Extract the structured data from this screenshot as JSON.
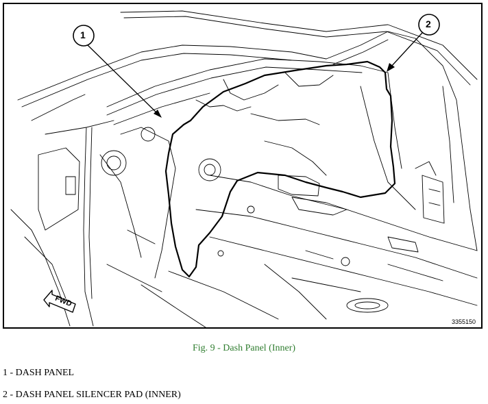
{
  "figure": {
    "figure_number": "3355150",
    "fwd_label": "FWD",
    "callouts": [
      "1",
      "2"
    ]
  },
  "caption": "Fig. 9 - Dash Panel (Inner)",
  "caption_color": "#2f7d2f",
  "legend": [
    "1 - DASH PANEL",
    "2 - DASH PANEL SILENCER PAD (INNER)"
  ]
}
